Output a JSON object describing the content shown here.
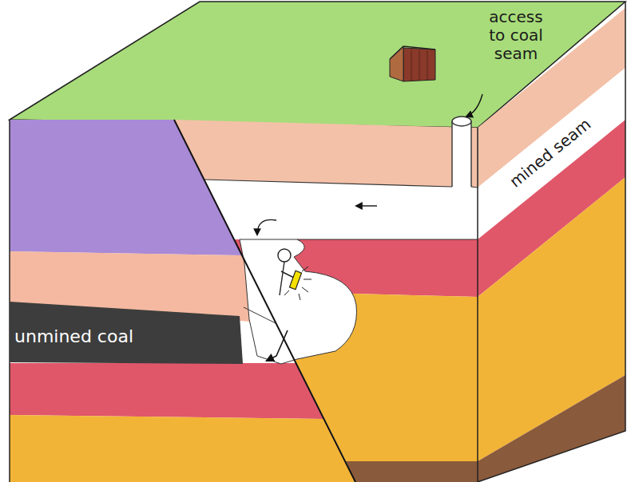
{
  "diagram": {
    "nodes": [
      {
        "text": [
          "unmined coal"
        ]
      },
      {
        "text": [
          "mined seam"
        ]
      }
    ],
    "labels": [
      "access to coal seam"
    ]
  }
}
